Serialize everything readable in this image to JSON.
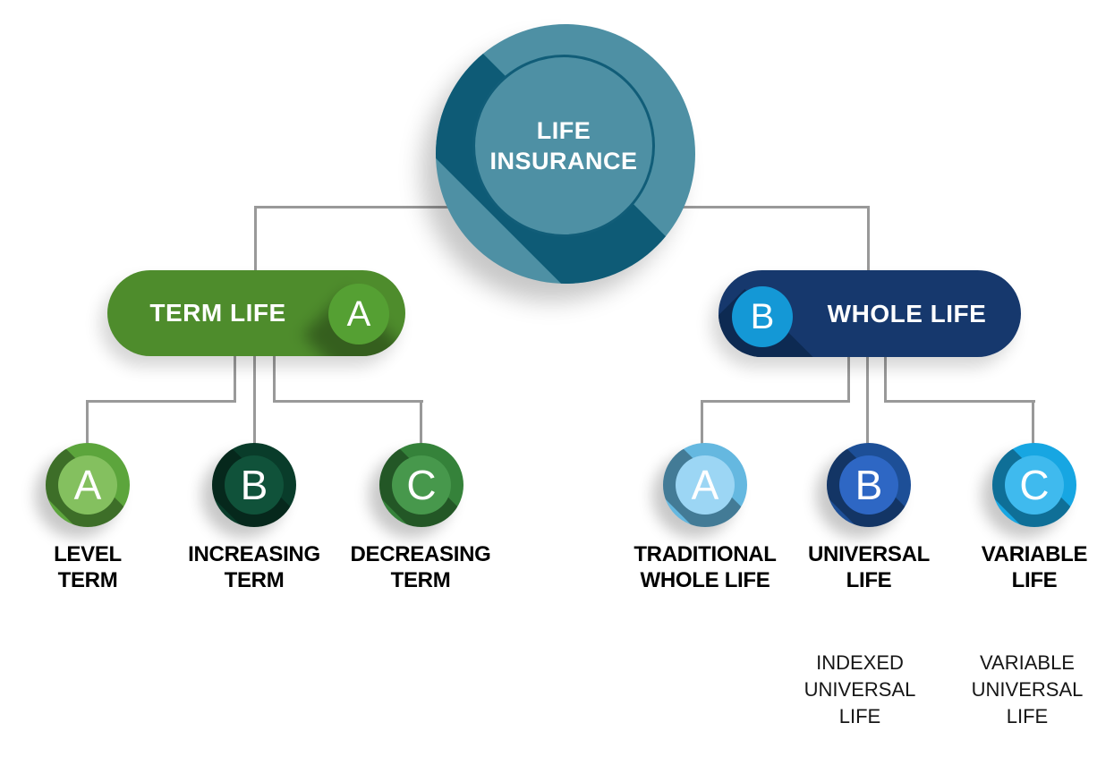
{
  "diagram": {
    "title_line1": "LIFE",
    "title_line2": "INSURANCE",
    "colors": {
      "root_fill": "#4e90a4",
      "root_swoosh": "#0e5b76",
      "root_ring": "#115d78",
      "connector": "#999999",
      "whole_badge_swoosh": "#0d2a52",
      "label_text": "#000000",
      "text_on_fill": "#ffffff"
    },
    "branches": [
      {
        "label": "TERM LIFE",
        "badge_letter": "A",
        "pill_color": "#4e8c2c",
        "badge_color": "#55a033",
        "children": [
          {
            "badge_letter": "A",
            "outer": "#5ca53c",
            "inner": "#84c05f",
            "line1": "LEVEL",
            "line2": "TERM"
          },
          {
            "badge_letter": "B",
            "outer": "#093c2a",
            "inner": "#10523a",
            "line1": "INCREASING",
            "line2": "TERM"
          },
          {
            "badge_letter": "C",
            "outer": "#35823a",
            "inner": "#47984c",
            "line1": "DECREASING",
            "line2": "TERM"
          }
        ]
      },
      {
        "label": "WHOLE LIFE",
        "badge_letter": "B",
        "pill_color": "#16386d",
        "badge_color": "#1498d6",
        "children": [
          {
            "badge_letter": "A",
            "outer": "#65b8e0",
            "inner": "#9cd6f4",
            "line1": "TRADITIONAL",
            "line2": "WHOLE LIFE"
          },
          {
            "badge_letter": "B",
            "outer": "#1d4f97",
            "inner": "#2e67c4",
            "line1": "UNIVERSAL",
            "line2": "LIFE",
            "note_line1": "INDEXED",
            "note_line2": "UNIVERSAL",
            "note_line3": "LIFE"
          },
          {
            "badge_letter": "C",
            "outer": "#17a6e2",
            "inner": "#3fbaee",
            "line1": "VARIABLE",
            "line2": "LIFE",
            "note_line1": "VARIABLE",
            "note_line2": "UNIVERSAL",
            "note_line3": "LIFE"
          }
        ]
      }
    ]
  }
}
